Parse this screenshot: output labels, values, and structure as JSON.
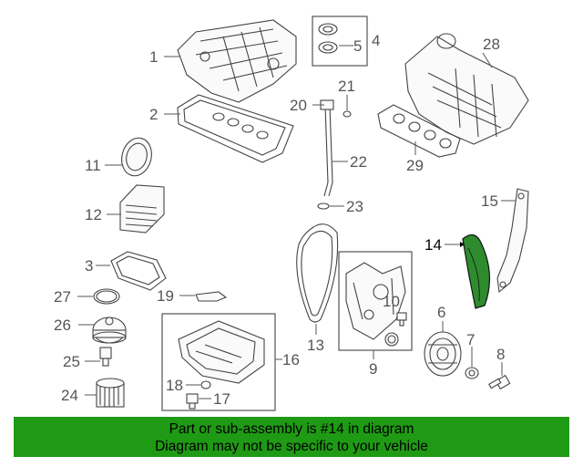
{
  "labels": {
    "l1": "1",
    "l2": "2",
    "l3": "3",
    "l4": "4",
    "l5": "5",
    "l6": "6",
    "l7": "7",
    "l8": "8",
    "l9": "9",
    "l10": "10",
    "l11": "11",
    "l12": "12",
    "l13": "13",
    "l14": "14",
    "l15": "15",
    "l16": "16",
    "l17": "17",
    "l18": "18",
    "l19": "19",
    "l20": "20",
    "l21": "21",
    "l22": "22",
    "l23": "23",
    "l24": "24",
    "l25": "25",
    "l26": "26",
    "l27": "27",
    "l28": "28",
    "l29": "29"
  },
  "highlighted_part": "14",
  "colors": {
    "banner": "#1f9a14",
    "highlight": "#2e8b2e",
    "line": "#444444"
  },
  "banner": {
    "line1": "Part or sub-assembly is #14 in diagram",
    "line2": "Diagram may not be specific to your vehicle"
  }
}
